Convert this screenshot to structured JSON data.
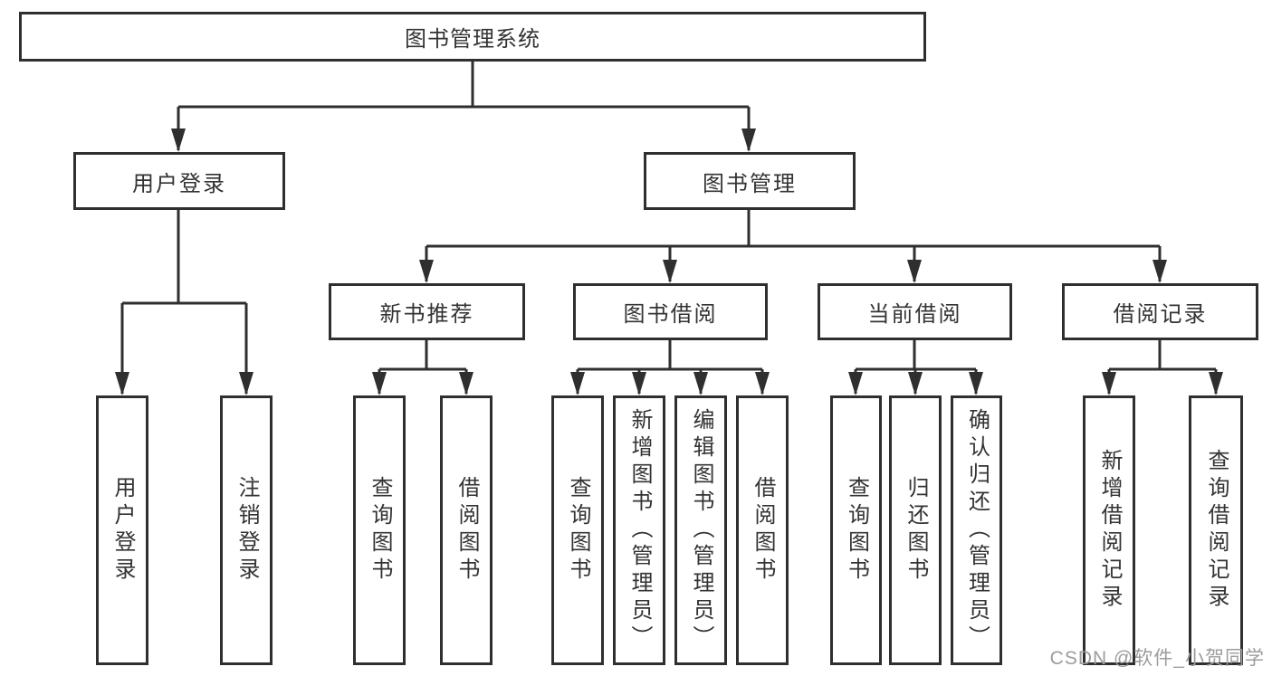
{
  "watermark": "CSDN @软件_小贺同学",
  "colors": {
    "line": "#2f2f2f",
    "box_border": "#2f2f2f",
    "text": "#333333",
    "watermark_text": "#9c9c9c",
    "background": "#ffffff"
  },
  "tree": {
    "root": {
      "label": "图书管理系统"
    },
    "branches": [
      {
        "label": "用户登录",
        "children": [
          {
            "label": "用户登录"
          },
          {
            "label": "注销登录"
          }
        ]
      },
      {
        "label": "图书管理",
        "children": [
          {
            "label": "新书推荐",
            "children": [
              {
                "label": "查询图书"
              },
              {
                "label": "借阅图书"
              }
            ]
          },
          {
            "label": "图书借阅",
            "children": [
              {
                "label": "查询图书"
              },
              {
                "label": "新增图书（管理员）"
              },
              {
                "label": "编辑图书（管理员）"
              },
              {
                "label": "借阅图书"
              }
            ]
          },
          {
            "label": "当前借阅",
            "children": [
              {
                "label": "查询图书"
              },
              {
                "label": "归还图书"
              },
              {
                "label": "确认归还（管理员）"
              }
            ]
          },
          {
            "label": "借阅记录",
            "children": [
              {
                "label": "新增借阅记录"
              },
              {
                "label": "查询借阅记录"
              }
            ]
          }
        ]
      }
    ]
  }
}
